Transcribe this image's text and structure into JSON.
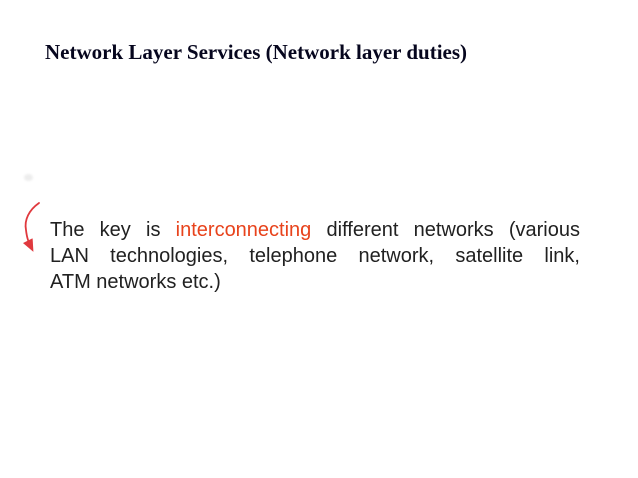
{
  "slide": {
    "title": "Network Layer Services (Network layer duties)",
    "body": {
      "line1_pre": "The key is ",
      "line1_highlight": "interconnecting",
      "line1_post": " different networks (various",
      "line2": "LAN technologies, telephone network, satellite link,",
      "line3": "ATM networks etc.)"
    },
    "icons": {
      "arrow": "curved-down-arrow-icon"
    },
    "colors": {
      "background": "#ffffff",
      "title_text": "#06061e",
      "body_text": "#212121",
      "highlight_text": "#e8431c",
      "arrow": "#e0393e",
      "stray_mark": "#ededed"
    }
  }
}
